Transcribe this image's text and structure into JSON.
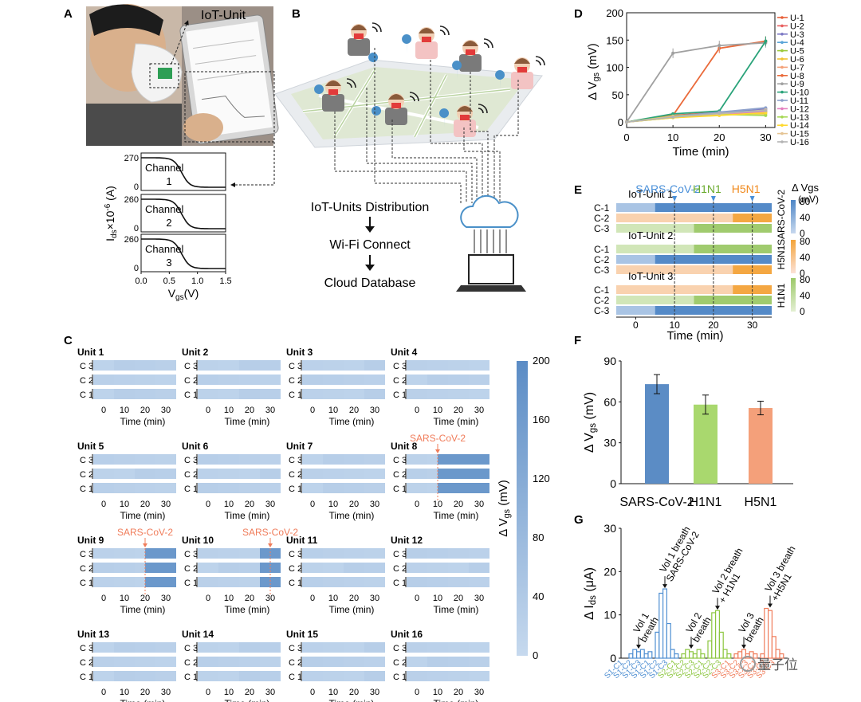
{
  "panel_labels": {
    "A": "A",
    "B": "B",
    "C": "C",
    "D": "D",
    "E": "E",
    "F": "F",
    "G": "G"
  },
  "panel_a": {
    "iot_unit_label": "IoT-Unit",
    "y_axis_label": "I",
    "y_axis_sub": "ds",
    "y_axis_rest": "×10",
    "y_axis_exp": "-6",
    "y_axis_unit": " (A)",
    "x_axis_label": "V",
    "x_axis_sub": "gs",
    "x_axis_unit": "(V)",
    "x_ticks": [
      "0.0",
      "0.5",
      "1.0",
      "1.5"
    ],
    "channels": [
      {
        "name": "Channel",
        "num": "1",
        "top": "270",
        "bottom": "0"
      },
      {
        "name": "Channel",
        "num": "2",
        "top": "260",
        "bottom": "0"
      },
      {
        "name": "Channel",
        "num": "3",
        "top": "260",
        "bottom": "0"
      }
    ]
  },
  "panel_b": {
    "steps": [
      "IoT-Units Distribution",
      "Wi-Fi Connect",
      "Cloud Database"
    ]
  },
  "chart_data": [
    {
      "panel": "C",
      "type": "heatmap",
      "units": [
        {
          "name": "Unit 1",
          "event": null,
          "onset": null
        },
        {
          "name": "Unit 2",
          "event": null,
          "onset": null
        },
        {
          "name": "Unit 3",
          "event": null,
          "onset": null
        },
        {
          "name": "Unit 4",
          "event": null,
          "onset": null
        },
        {
          "name": "Unit 5",
          "event": null,
          "onset": null
        },
        {
          "name": "Unit 6",
          "event": null,
          "onset": null
        },
        {
          "name": "Unit 7",
          "event": null,
          "onset": null
        },
        {
          "name": "Unit 8",
          "event": "SARS-CoV-2",
          "onset": 10
        },
        {
          "name": "Unit 9",
          "event": "SARS-CoV-2",
          "onset": 20
        },
        {
          "name": "Unit 10",
          "event": "SARS-CoV-2",
          "onset": 30
        },
        {
          "name": "Unit 11",
          "event": null,
          "onset": null
        },
        {
          "name": "Unit 12",
          "event": null,
          "onset": null
        },
        {
          "name": "Unit 13",
          "event": null,
          "onset": null
        },
        {
          "name": "Unit 14",
          "event": null,
          "onset": null
        },
        {
          "name": "Unit 15",
          "event": null,
          "onset": null
        },
        {
          "name": "Unit 16",
          "event": null,
          "onset": null
        }
      ],
      "rows": [
        "C 3",
        "C 2",
        "C 1"
      ],
      "x_ticks": [
        "0",
        "10",
        "20",
        "30"
      ],
      "xlabel": "Time (min)",
      "xlim": [
        -5,
        35
      ],
      "colorbar": {
        "ticks": [
          "0",
          "40",
          "80",
          "120",
          "160",
          "200"
        ],
        "label": "Δ V",
        "label_sub": "gs",
        "label_unit": " (mV)",
        "range": [
          0,
          200
        ],
        "low": "#c6d9ee",
        "high": "#5b8cc5"
      }
    },
    {
      "panel": "D",
      "type": "line",
      "x": [
        0,
        10,
        20,
        30
      ],
      "xlabel": "Time (min)",
      "ylabel": "Δ V",
      "ylabel_sub": "gs",
      "ylabel_unit": " (mV)",
      "xlim": [
        0,
        32
      ],
      "ylim": [
        -10,
        200
      ],
      "x_ticks": [
        "0",
        "10",
        "20",
        "30"
      ],
      "y_ticks": [
        "0",
        "50",
        "100",
        "150",
        "200"
      ],
      "series": [
        {
          "name": "U-1",
          "color": "#e8613a",
          "values": [
            0,
            12,
            18,
            22
          ]
        },
        {
          "name": "U-2",
          "color": "#e85e5e",
          "values": [
            0,
            10,
            16,
            20
          ]
        },
        {
          "name": "U-3",
          "color": "#7b78c4",
          "values": [
            0,
            9,
            15,
            24
          ]
        },
        {
          "name": "U-4",
          "color": "#5aa5d8",
          "values": [
            0,
            11,
            17,
            21
          ]
        },
        {
          "name": "U-5",
          "color": "#9cc93a",
          "values": [
            0,
            8,
            14,
            18
          ]
        },
        {
          "name": "U-6",
          "color": "#f1c232",
          "values": [
            0,
            10,
            16,
            15
          ]
        },
        {
          "name": "U-7",
          "color": "#f4a27a",
          "values": [
            0,
            9,
            13,
            20
          ]
        },
        {
          "name": "U-8",
          "color": "#ea6a3a",
          "values": [
            0,
            12,
            135,
            148
          ]
        },
        {
          "name": "U-9",
          "color": "#a0a0a0",
          "values": [
            0,
            126,
            140,
            145
          ]
        },
        {
          "name": "U-10",
          "color": "#2aa37a",
          "values": [
            0,
            15,
            20,
            148
          ]
        },
        {
          "name": "U-11",
          "color": "#8da0cb",
          "values": [
            0,
            10,
            18,
            26
          ]
        },
        {
          "name": "U-12",
          "color": "#e47fc0",
          "values": [
            0,
            9,
            15,
            19
          ]
        },
        {
          "name": "U-13",
          "color": "#a6d854",
          "values": [
            0,
            11,
            14,
            12
          ]
        },
        {
          "name": "U-14",
          "color": "#ffd92f",
          "values": [
            0,
            8,
            12,
            17
          ]
        },
        {
          "name": "U-15",
          "color": "#e5c494",
          "values": [
            0,
            10,
            15,
            22
          ]
        },
        {
          "name": "U-16",
          "color": "#b3b3b3",
          "values": [
            0,
            9,
            16,
            21
          ]
        }
      ]
    },
    {
      "panel": "E",
      "type": "heatmap",
      "groups": [
        {
          "name": "IoT-Unit 1",
          "rows": [
            {
              "label": "C-1",
              "virus": "SARS-CoV-2",
              "onset": 5
            },
            {
              "label": "C-2",
              "virus": "H5N1",
              "onset": 25
            },
            {
              "label": "C-3",
              "virus": "H1N1",
              "onset": 15
            }
          ]
        },
        {
          "name": "IoT-Unit 2",
          "rows": [
            {
              "label": "C-1",
              "virus": "H1N1",
              "onset": 15
            },
            {
              "label": "C-2",
              "virus": "SARS-CoV-2",
              "onset": 5
            },
            {
              "label": "C-3",
              "virus": "H5N1",
              "onset": 25
            }
          ]
        },
        {
          "name": "IoT-Unit 3",
          "rows": [
            {
              "label": "C-1",
              "virus": "H5N1",
              "onset": 25
            },
            {
              "label": "C-2",
              "virus": "H1N1",
              "onset": 15
            },
            {
              "label": "C-3",
              "virus": "SARS-CoV-2",
              "onset": 5
            }
          ]
        }
      ],
      "events": [
        {
          "name": "SARS-CoV-2",
          "time": 10,
          "color": "#4a90d9"
        },
        {
          "name": "H1N1",
          "time": 20,
          "color": "#6aab2e"
        },
        {
          "name": "H5N1",
          "time": 30,
          "color": "#f08a1e"
        }
      ],
      "xlabel": "Time (min)",
      "x_ticks": [
        "0",
        "10",
        "20",
        "30"
      ],
      "xlim": [
        -5,
        35
      ],
      "colorbars": [
        {
          "name": "SARS-CoV-2",
          "ticks": [
            "0",
            "40",
            "80"
          ],
          "low": "#c7d8ee",
          "high": "#4e86c6"
        },
        {
          "name": "H5N1",
          "ticks": [
            "0",
            "40",
            "80"
          ],
          "low": "#fbe1d6",
          "high": "#f4a43a"
        },
        {
          "name": "H1N1",
          "ticks": [
            "0",
            "40",
            "80"
          ],
          "low": "#e3efd2",
          "high": "#9cc969"
        }
      ],
      "colorbar_title": "Δ Vgs",
      "colorbar_unit": "(mV)"
    },
    {
      "panel": "F",
      "type": "bar",
      "categories": [
        "SARS-CoV-2",
        "H1N1",
        "H5N1"
      ],
      "values": [
        73,
        58,
        55.5
      ],
      "errors": [
        7,
        7,
        5
      ],
      "colors": [
        "#5b8cc5",
        "#a9d86e",
        "#f4a07a"
      ],
      "ylabel": "Δ V",
      "ylabel_sub": "gs",
      "ylabel_unit": " (mV)",
      "ylim": [
        0,
        90
      ],
      "y_ticks": [
        "0",
        "30",
        "60",
        "90"
      ]
    },
    {
      "panel": "G",
      "type": "bar",
      "ylabel": "Δ I",
      "ylabel_sub": "ds",
      "ylabel_unit": " (μA)",
      "ylim": [
        0,
        30
      ],
      "y_ticks": [
        "0",
        "10",
        "20",
        "30"
      ],
      "groups": [
        {
          "name": "Vol 1 breath",
          "color": "#4f8fd2",
          "values": [
            1,
            2,
            1.5,
            2,
            1,
            1.5
          ]
        },
        {
          "name": "Vol 1 breath SARS-CoV-2",
          "color": "#4f8fd2",
          "values": [
            6,
            15,
            16,
            8,
            2,
            1
          ]
        },
        {
          "name": "Vol 2 breath",
          "color": "#8cc63f",
          "values": [
            1,
            2,
            1.5,
            1,
            2,
            1
          ]
        },
        {
          "name": "Vol 2 breath + H1N1",
          "color": "#8cc63f",
          "values": [
            4,
            10.5,
            11,
            6,
            2,
            1
          ]
        },
        {
          "name": "Vol 3 breath",
          "color": "#f07c5a",
          "values": [
            1,
            1.5,
            2,
            1,
            1.5,
            1
          ]
        },
        {
          "name": "Vol 3 breath +H5N1",
          "color": "#f07c5a",
          "values": [
            1,
            11.5,
            11,
            5,
            2,
            1
          ]
        }
      ],
      "annotations": [
        {
          "lines": [
            "Vol 1",
            "breath"
          ]
        },
        {
          "lines": [
            "Vol 1 breath",
            "SARS-CoV-2"
          ]
        },
        {
          "lines": [
            "Vol 2",
            "breath"
          ]
        },
        {
          "lines": [
            "Vol 2 breath",
            "+ H1N1"
          ]
        },
        {
          "lines": [
            "Vol 3",
            "breath"
          ]
        },
        {
          "lines": [
            "Vol 3 breath",
            "+H5N1"
          ]
        }
      ],
      "x_labels": [
        {
          "text": "S1-C1",
          "color": "#4f8fd2"
        },
        {
          "text": "S1-C2",
          "color": "#4f8fd2"
        },
        {
          "text": "S1-C3",
          "color": "#4f8fd2"
        },
        {
          "text": "S1-C1",
          "color": "#4f8fd2"
        },
        {
          "text": "S1-C2",
          "color": "#4f8fd2"
        },
        {
          "text": "S1-C3",
          "color": "#4f8fd2"
        },
        {
          "text": "S2-C1",
          "color": "#8cc63f"
        },
        {
          "text": "S2-C2",
          "color": "#8cc63f"
        },
        {
          "text": "S2-C3",
          "color": "#8cc63f"
        },
        {
          "text": "S2-C1",
          "color": "#8cc63f"
        },
        {
          "text": "S2-C2",
          "color": "#8cc63f"
        },
        {
          "text": "S2-C3",
          "color": "#8cc63f"
        },
        {
          "text": "S3-C1",
          "color": "#f07c5a"
        },
        {
          "text": "S3-C2",
          "color": "#f07c5a"
        },
        {
          "text": "S3-C3",
          "color": "#f07c5a"
        },
        {
          "text": "S3-C1",
          "color": "#f07c5a"
        },
        {
          "text": "S3-C2",
          "color": "#f07c5a"
        },
        {
          "text": "S3-C3",
          "color": "#f07c5a"
        }
      ]
    }
  ],
  "watermark": "量子位"
}
